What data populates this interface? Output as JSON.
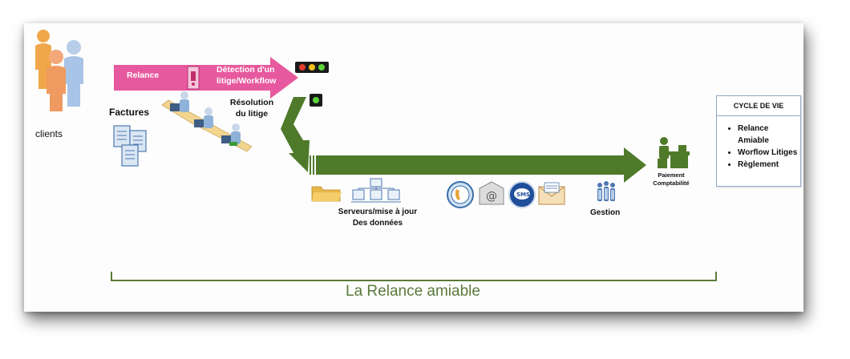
{
  "clients": {
    "label": "clients"
  },
  "factures": {
    "label": "Factures"
  },
  "pink_arrow": {
    "step1": "Relance",
    "step2_line1": "Détection d'un",
    "step2_line2": "litige/Workflow"
  },
  "resolution": {
    "line1": "Résolution",
    "line2": "du litige"
  },
  "servers": {
    "line1": "Serveurs/mise à jour",
    "line2": "Des données"
  },
  "channels": {
    "sms": "SMS"
  },
  "gestion": {
    "label": "Gestion"
  },
  "paiement": {
    "line1": "Paiement",
    "line2": "Comptabilité"
  },
  "cycle": {
    "title": "CYCLE DE VIE",
    "items": [
      "Relance Amiable",
      "Worflow Litiges",
      "Règlement"
    ]
  },
  "footer": {
    "title": "La Relance amiable"
  },
  "colors": {
    "pink": "#e7599e",
    "green": "#4f7a2a",
    "bracket": "#5a7a3a",
    "people_orange": "#f2a040",
    "people_blue": "#a8c4e6"
  }
}
